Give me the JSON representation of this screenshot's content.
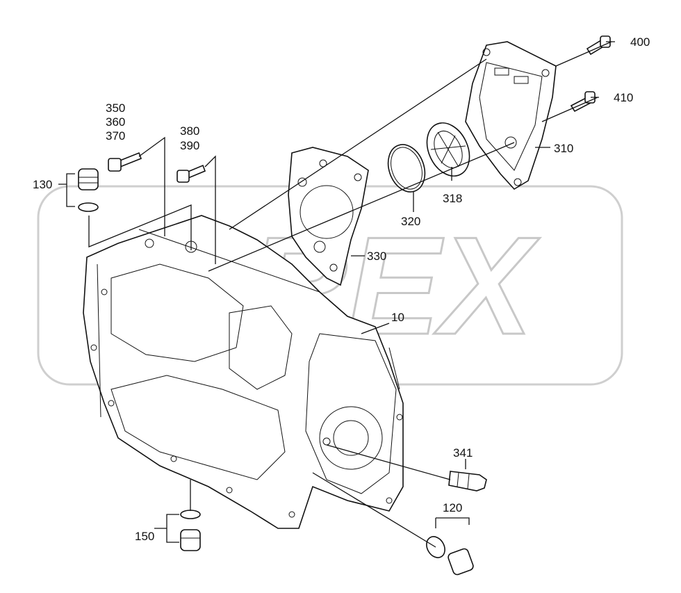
{
  "watermark": "OREX",
  "callouts": {
    "c350": "350",
    "c360": "360",
    "c370": "370",
    "c380": "380",
    "c390": "390",
    "c130": "130",
    "c400": "400",
    "c410": "410",
    "c310": "310",
    "c318": "318",
    "c320": "320",
    "c330": "330",
    "c10": "10",
    "c341": "341",
    "c120": "120",
    "c150": "150"
  }
}
